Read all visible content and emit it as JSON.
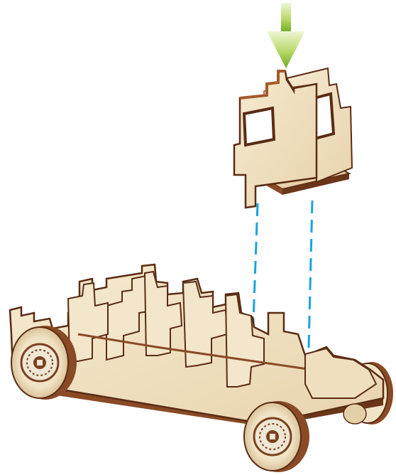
{
  "figure": {
    "type": "assembly-instruction",
    "step": "attach-cab-to-chassis",
    "colors": {
      "background": "#ffffff",
      "wood_face": "#f1e3c6",
      "wood_shade": "#e3cfa8",
      "wood_edge": "#8a4a26",
      "wood_edge_dark": "#5a2c14",
      "arrow_light": "#c5e27a",
      "arrow_dark": "#6faa1f",
      "guide_line": "#1aa3e0",
      "hub_cream": "#efe6d4",
      "hub_brown": "#7a4120"
    },
    "icons": {
      "down_arrow": "down-arrow-icon",
      "guide": "alignment-guide-line"
    }
  }
}
